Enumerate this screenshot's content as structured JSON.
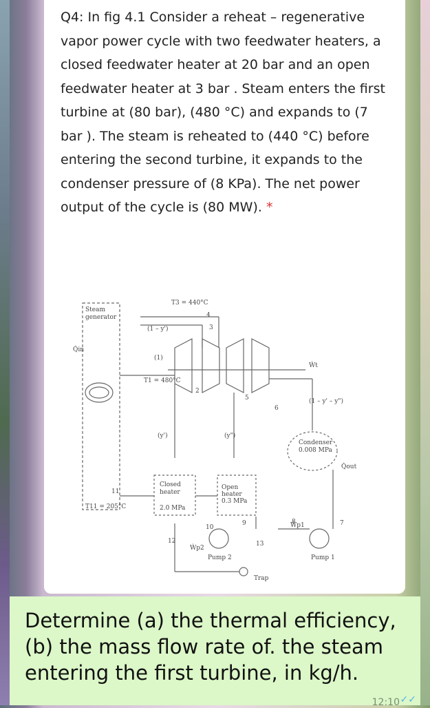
{
  "question": {
    "text": "Q4: In fig 4.1 Consider a reheat – regenerative vapor power cycle with two feedwater heaters, a closed feedwater heater at 20 bar and an open feedwater heater at 3 bar . Steam enters the first turbine at (80 bar), (480 °C) and expands to (7 bar ). The steam is reheated to (440 °C) before entering the second turbine, it expands to the condenser pressure of (8 KPa). The net power output of the cycle is (80 MW).",
    "required_marker": "*"
  },
  "diagram": {
    "steam_generator": [
      "Steam",
      "generator"
    ],
    "t_reheat": "T3 = 440°C",
    "t_inlet": "T1 = 480°C",
    "t_feed": "T11 = 205°C",
    "closed_heater": [
      "Closed",
      "heater"
    ],
    "closed_heater_pressure": "2.0 MPa",
    "open_heater": [
      "Open",
      "heater",
      "0.3 MPa"
    ],
    "condenser": [
      "Condenser",
      "0.008 MPa"
    ],
    "pump1": "Pump 1",
    "pump2": "Pump 2",
    "trap": "Trap",
    "fraction_reheat": "(1 – y')",
    "fraction_cond": "(1 – y' – y\")",
    "y1": "(y')",
    "y2": "(y\")",
    "unit": "(1)",
    "q_in": "Q̇in",
    "q_out": "Q̇out",
    "w_t": "Ẇt",
    "w_p1": "Ẇp1",
    "w_p2": "Ẇp2",
    "state_numbers": [
      "1",
      "2",
      "3",
      "4",
      "5",
      "6",
      "7",
      "8",
      "9",
      "10",
      "11",
      "12",
      "13"
    ]
  },
  "footer": {
    "text": "Determine (a) the thermal efficiency, (b) the mass flow rate of. the steam entering the first turbine, in kg/h.",
    "time": "12:10"
  },
  "colors": {
    "card": "#ffffff",
    "bubble": "#dcf7c8",
    "accent": "#4fb3e8"
  }
}
